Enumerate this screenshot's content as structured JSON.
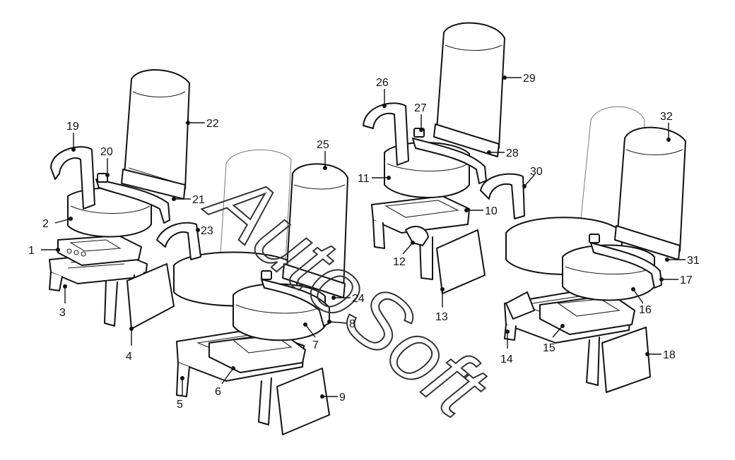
{
  "watermark": "AutoSoft",
  "callouts": [
    "1",
    "2",
    "3",
    "4",
    "5",
    "6",
    "7",
    "8",
    "9",
    "10",
    "11",
    "12",
    "13",
    "14",
    "15",
    "16",
    "17",
    "18",
    "19",
    "20",
    "21",
    "22",
    "23",
    "24",
    "25",
    "26",
    "27",
    "28",
    "29",
    "30",
    "31",
    "32"
  ]
}
